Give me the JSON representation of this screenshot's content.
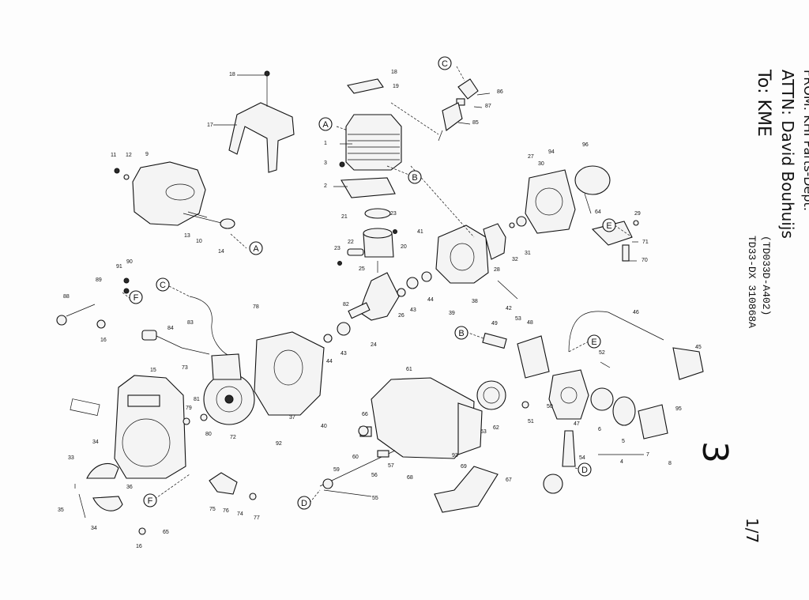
{
  "fax": {
    "to": "To: KME",
    "attn": "ATTN: David Bouhuijs",
    "from": "FROM: KHI Parts-Dept.",
    "model": "TD33-DX  310868A",
    "model_code": "(TD033D-A402)",
    "page_number": "3",
    "page_fraction": "1/7"
  },
  "ref_letters": [
    "A",
    "B",
    "C",
    "D",
    "E",
    "F"
  ],
  "callouts": [
    "1",
    "2",
    "3",
    "4",
    "5",
    "6",
    "7",
    "8",
    "9",
    "10",
    "11",
    "12",
    "13",
    "14",
    "15",
    "16",
    "17",
    "18",
    "19",
    "20",
    "21",
    "22",
    "23",
    "24",
    "25",
    "26",
    "27",
    "28",
    "29",
    "30",
    "31",
    "32",
    "33",
    "34",
    "35",
    "36",
    "37",
    "38",
    "39",
    "40",
    "41",
    "42",
    "43",
    "44",
    "45",
    "46",
    "47",
    "48",
    "49",
    "50",
    "51",
    "52",
    "53",
    "54",
    "55",
    "56",
    "57",
    "59",
    "60",
    "61",
    "62",
    "63",
    "64",
    "65",
    "66",
    "67",
    "68",
    "69",
    "70",
    "71",
    "72",
    "73",
    "74",
    "75",
    "76",
    "77",
    "78",
    "79",
    "80",
    "81",
    "82",
    "83",
    "84",
    "85",
    "86",
    "87",
    "88",
    "89",
    "90",
    "91",
    "92",
    "93",
    "94",
    "95",
    "96"
  ]
}
